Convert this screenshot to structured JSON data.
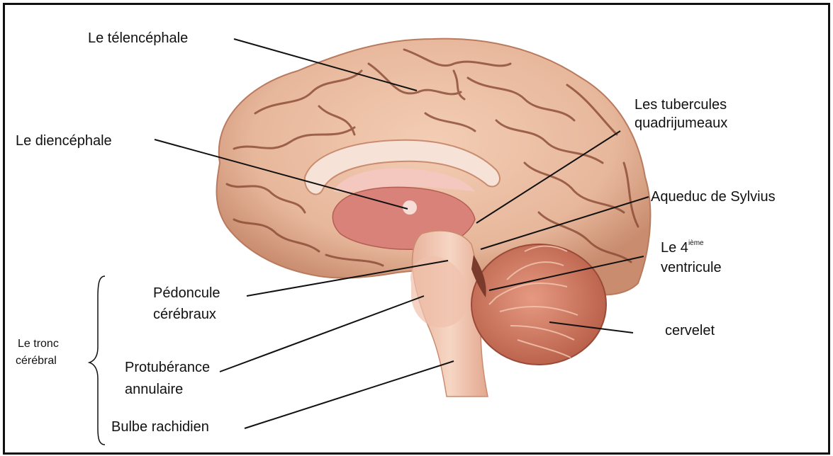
{
  "labels": {
    "telencephale": "Le télencéphale",
    "tubercules_1": "Les tubercules",
    "tubercules_2": "quadrijumeaux",
    "diencephale": "Le diencéphale",
    "aqueduc": "Aqueduc de Sylvius",
    "ventricule_prefix": "Le 4",
    "ventricule_sup": "ième",
    "ventricule_2": "ventricule",
    "pedoncule_1": "Pédoncule",
    "pedoncule_2": "cérébraux",
    "cervelet": "cervelet",
    "tronc_1": "Le tronc",
    "tronc_2": "cérébral",
    "protuberance_1": "Protubérance",
    "protuberance_2": "annulaire",
    "bulbe": "Bulbe rachidien"
  },
  "colors": {
    "cortex": "#e7b79b",
    "cortex_shadow": "#c98c6f",
    "sulci": "#8a4a35",
    "inner_pink": "#f4c8be",
    "diencephalon": "#d9827a",
    "cerebellum": "#d07a64",
    "brainstem": "#f2c9b3"
  }
}
